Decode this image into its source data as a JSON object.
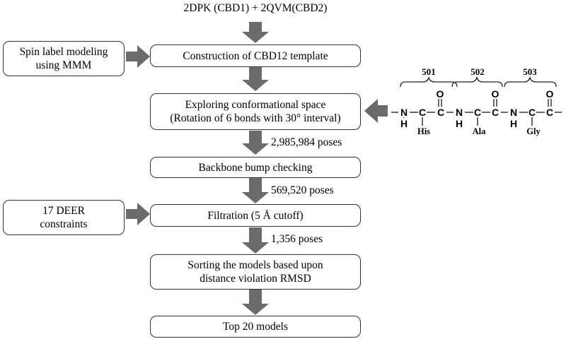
{
  "diagram": {
    "top_input": "2DPK (CBD1) + 2QVM(CBD2)",
    "steps": {
      "construction": "Construction of CBD12 template",
      "exploring": "Exploring conformational space\n(Rotation of  6 bonds with 30° interval)",
      "bump": "Backbone bump checking",
      "filtration": "Filtration (5 Å cutoff)",
      "sorting": "Sorting the models based upon\ndistance violation RMSD",
      "top": "Top 20 models"
    },
    "side_inputs": {
      "spin_label": "Spin label modeling\nusing MMM",
      "deer": "17 DEER\nconstraints"
    },
    "pose_counts": {
      "after_exploring": "2,985,984 poses",
      "after_bump": "569,520 poses",
      "after_filtration": "1,356 poses"
    },
    "colors": {
      "arrow": "#6b6b6b",
      "border": "#333333",
      "bond": "#444444"
    }
  },
  "backbone": {
    "residue_numbers": [
      "501",
      "502",
      "503"
    ],
    "atoms": {
      "nitrogen": "N",
      "hydrogen": "H",
      "carbon": "C",
      "oxygen": "O"
    },
    "side_chains": [
      "His",
      "Ala",
      "Gly"
    ]
  }
}
